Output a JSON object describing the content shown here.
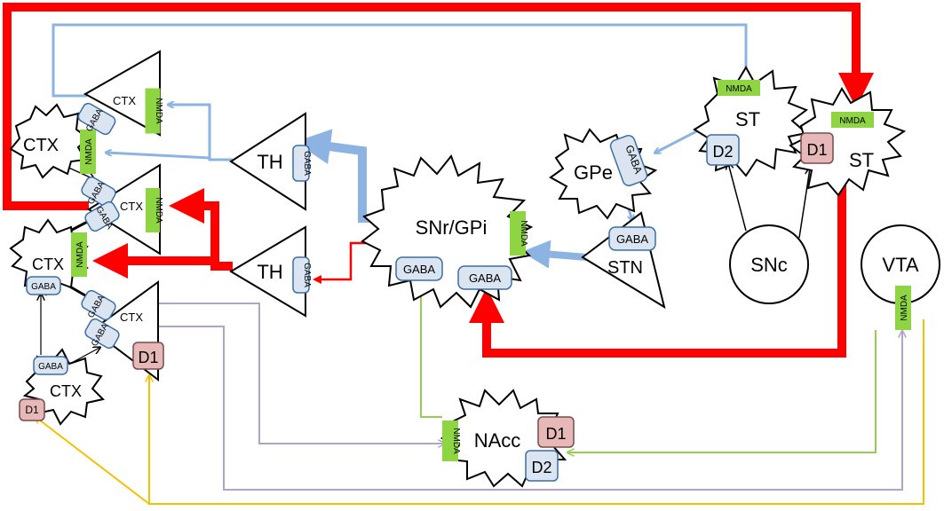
{
  "nodes": {
    "ctx_top": "CTX",
    "ctx_left_top": "CTX",
    "ctx_mid": "CTX",
    "ctx_left_mid": "CTX",
    "ctx_low": "CTX",
    "ctx_bottom": "CTX",
    "th_top": "TH",
    "th_bottom": "TH",
    "snr_gpi": "SNr/GPi",
    "gpe": "GPe",
    "stn": "STN",
    "st_d2": "ST",
    "st_d1": "ST",
    "snc": "SNc",
    "vta": "VTA",
    "nacc": "NAcc"
  },
  "receptors": {
    "nmda": "NMDA",
    "gaba": "GABA",
    "d1": "D1",
    "d2": "D2"
  },
  "colors": {
    "red": "#ff0000",
    "blue": "#8db3e2",
    "black": "#000000",
    "green": "#92d050",
    "purple": "#b3a2c7",
    "gold": "#f2c200",
    "nmda_fill": "#8ed443",
    "gaba_fill": "#dbe5f1",
    "gaba_stroke": "#3a6ea5",
    "d1_fill": "#e6b9b8",
    "d2_fill": "#dbe5f1"
  }
}
